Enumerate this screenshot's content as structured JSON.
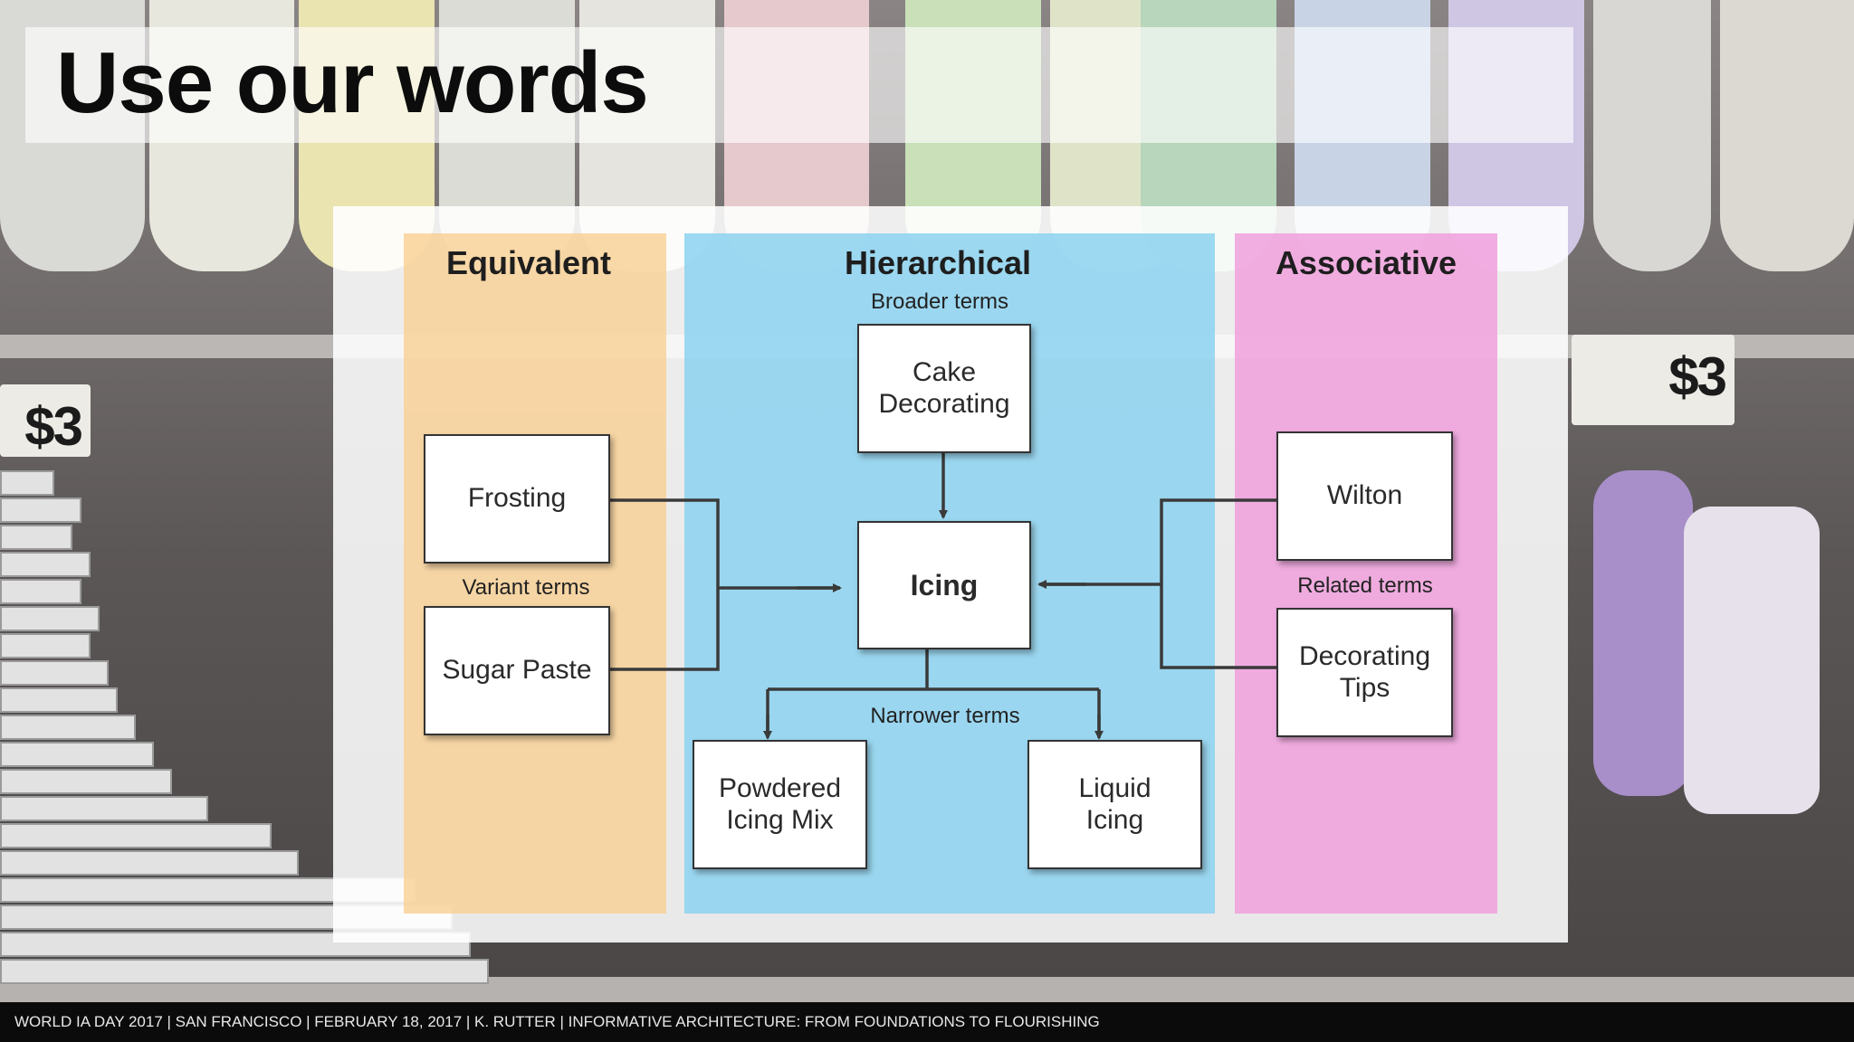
{
  "slide": {
    "title": "Use our words",
    "footer": "WORLD IA DAY 2017  |  SAN FRANCISCO  |  FEBRUARY 18, 2017  |  K. RUTTER  |  INFORMATIVE ARCHITECTURE: FROM FOUNDATIONS TO FLOURISHING"
  },
  "diagram": {
    "columns": {
      "equivalent": "Equivalent",
      "hierarchical": "Hierarchical",
      "associative": "Associative"
    },
    "labels": {
      "broader": "Broader terms",
      "variant": "Variant terms",
      "narrower": "Narrower terms",
      "related": "Related terms"
    },
    "terms": {
      "center": "Icing",
      "broader": [
        "Cake",
        "Decorating"
      ],
      "variant_1": "Frosting",
      "variant_2": "Sugar Paste",
      "narrower_1": [
        "Powdered",
        "Icing Mix"
      ],
      "narrower_2": [
        "Liquid",
        "Icing"
      ],
      "related_1": "Wilton",
      "related_2": [
        "Decorating",
        "Tips"
      ]
    }
  },
  "colors": {
    "equivalent": "#facd8c",
    "hierarchical": "#8cd2f0",
    "associative": "#f0a0dc",
    "connector": "#3a3a3a"
  }
}
